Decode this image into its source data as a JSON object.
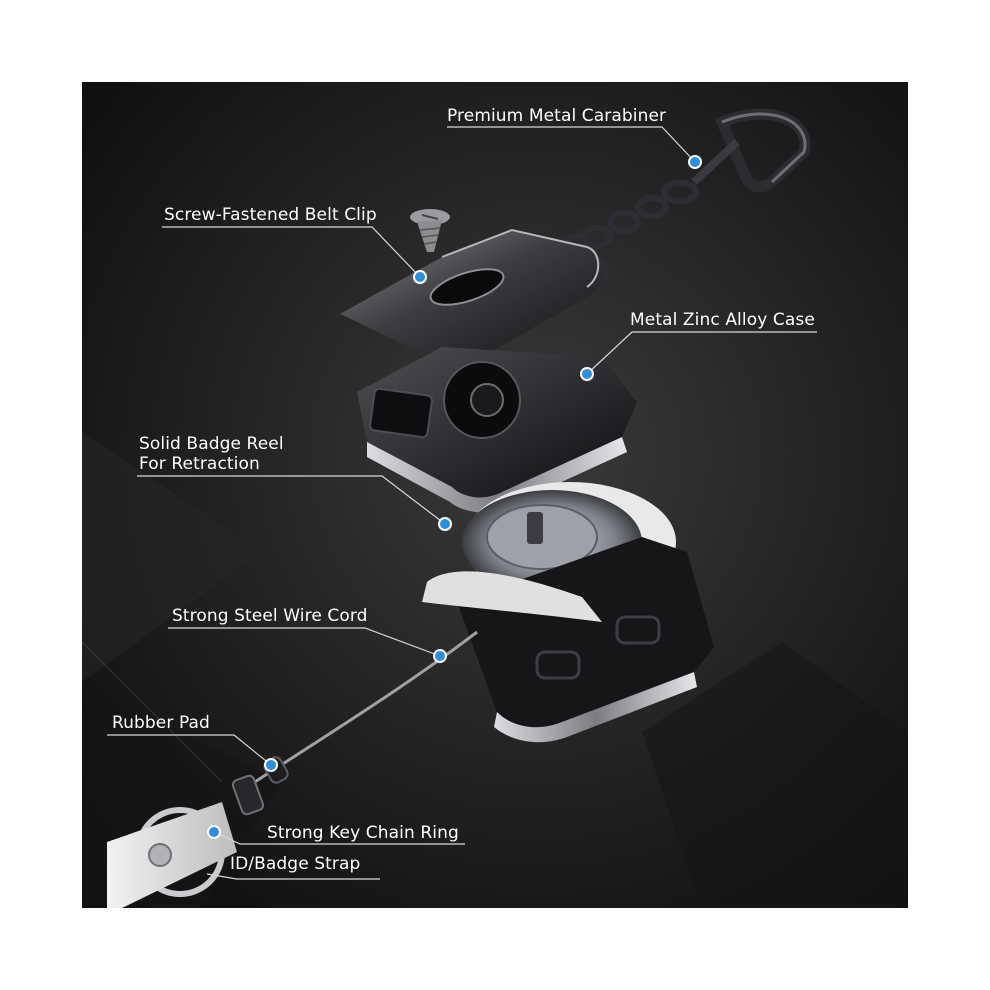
{
  "labels": {
    "carabiner": "Premium Metal Carabiner",
    "belt_clip": "Screw-Fastened Belt Clip",
    "zinc_case": "Metal Zinc Alloy Case",
    "badge_reel_line1": "Solid Badge Reel",
    "badge_reel_line2": "For Retraction",
    "steel_wire": "Strong Steel Wire Cord",
    "rubber_pad": "Rubber Pad",
    "key_ring": "Strong Key Chain Ring",
    "badge_strap": "ID/Badge Strap"
  },
  "colors": {
    "background": "#1b1b1b",
    "marker": "#2a8fe0",
    "leader_line": "#d8d8d8",
    "label_text": "#ffffff"
  }
}
